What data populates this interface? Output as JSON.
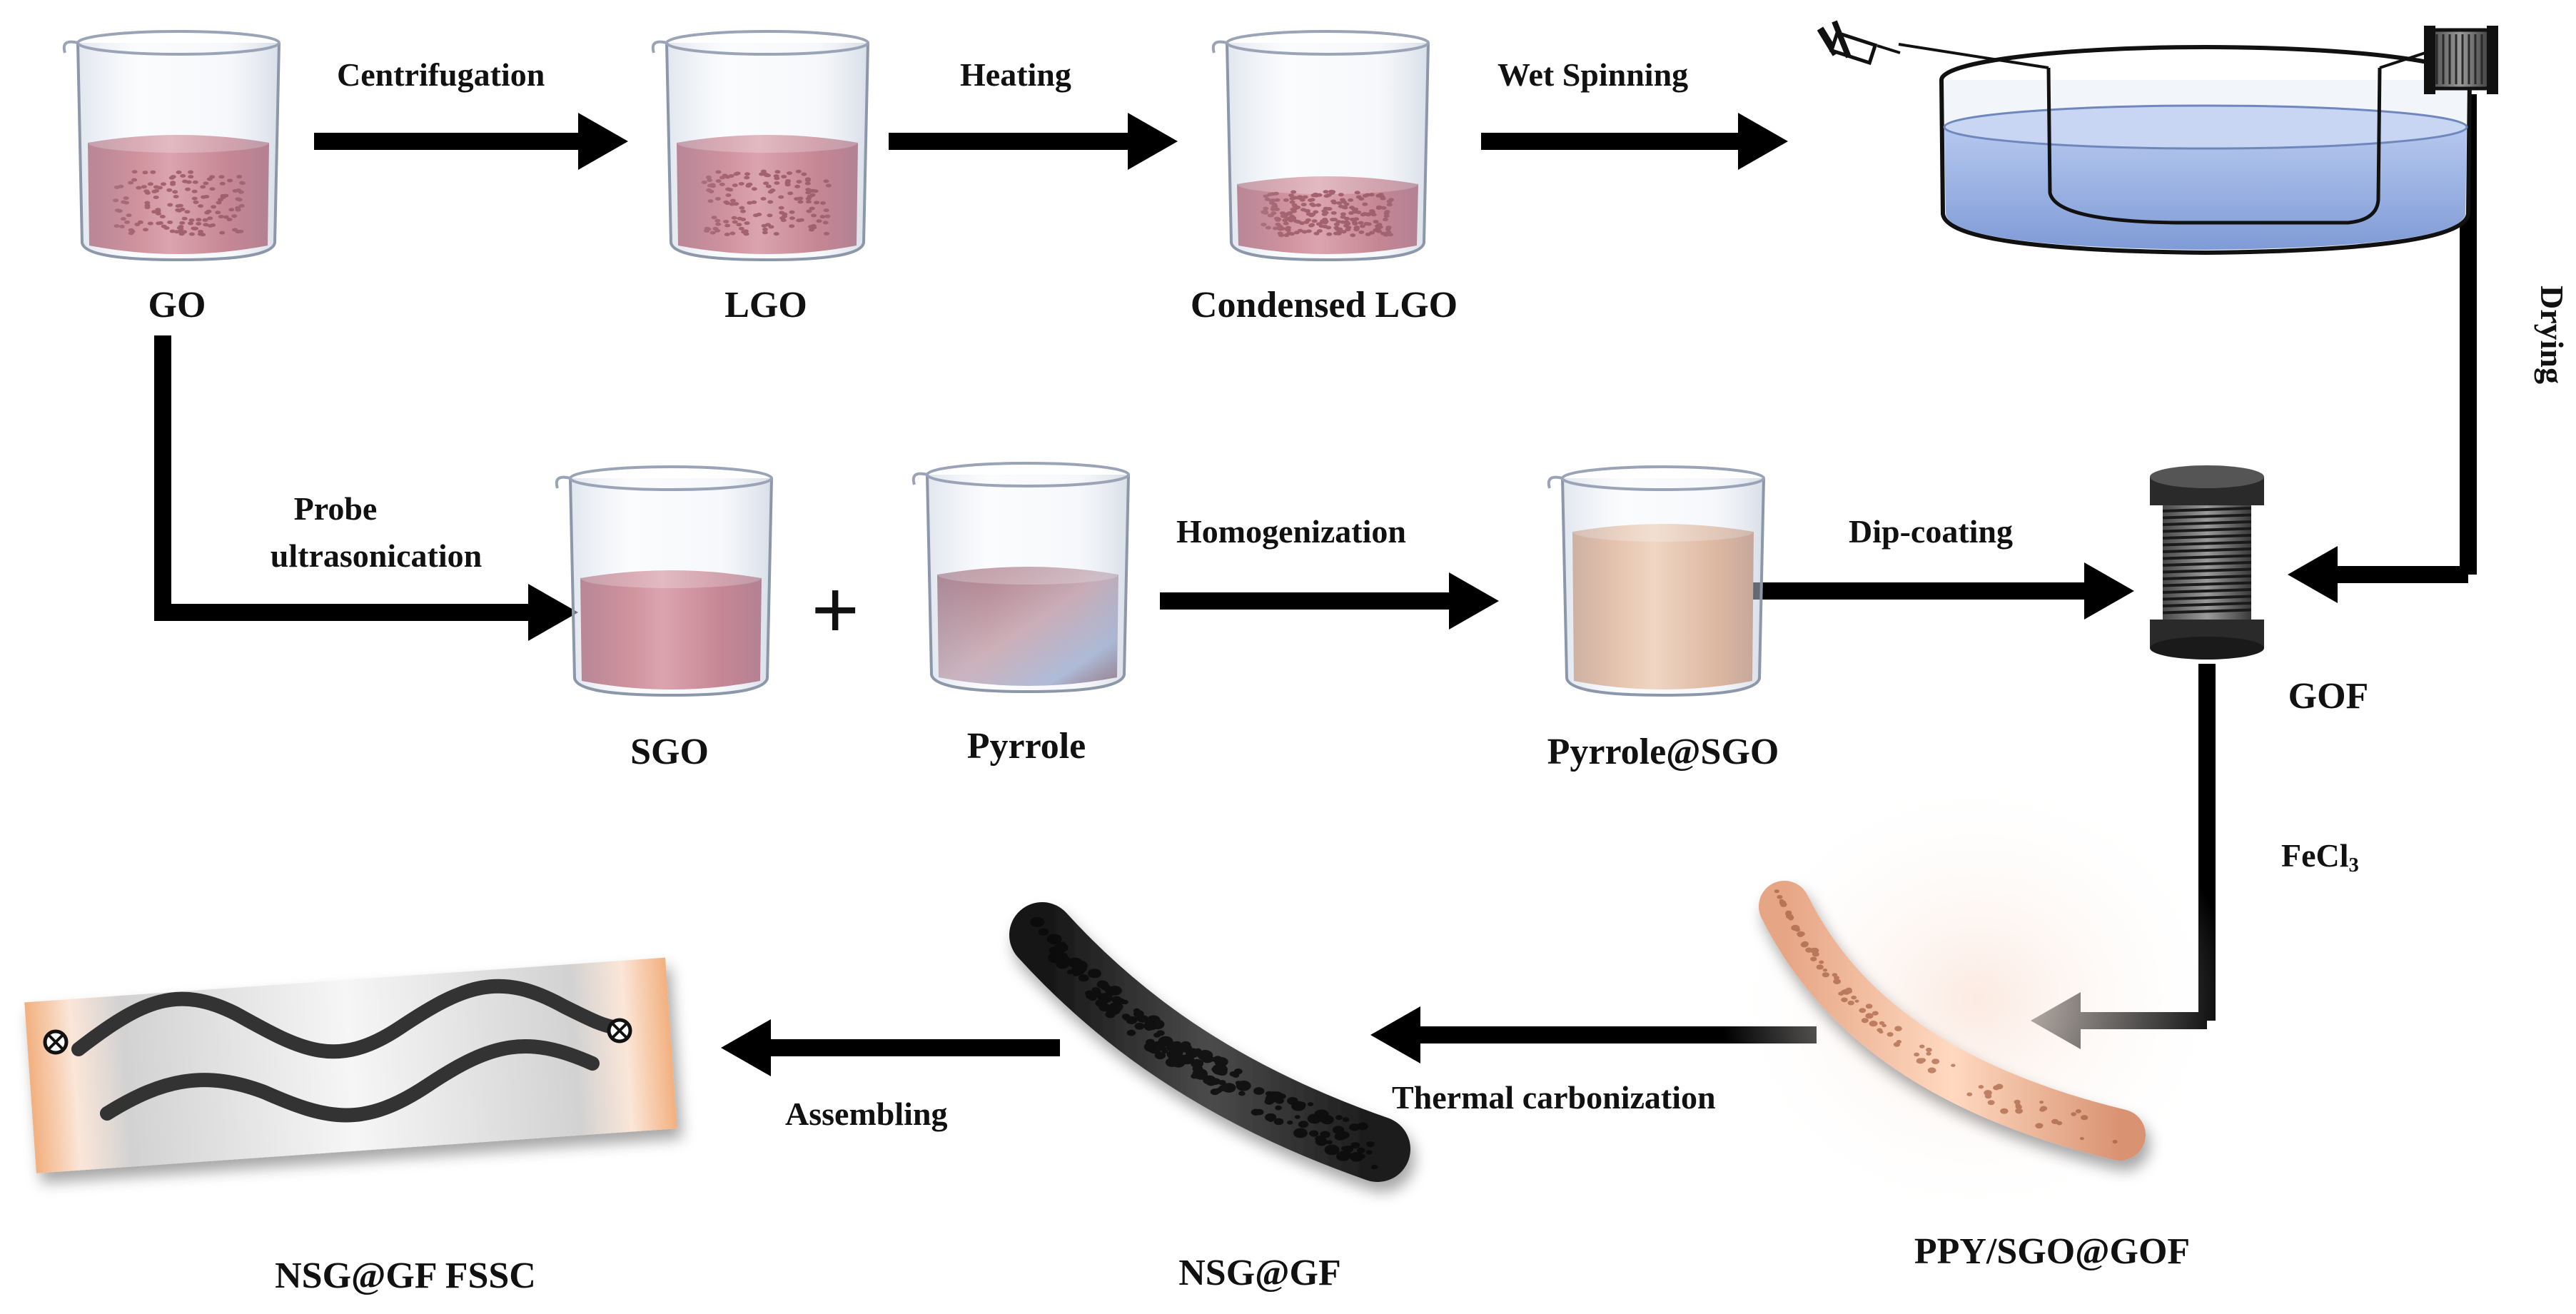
{
  "colors": {
    "arrow": "#000000",
    "go_liquid": "#b9485a",
    "sgo_liquid": "#b44a58",
    "pyrrole_liquid": "#8e4b57",
    "pyrrole_sgo_liquid": "#d9a07a",
    "water": "#9fb6e6",
    "ppy_fiber": "#f2c0a0",
    "nsg_fiber": "#2a2a2a",
    "electrode_end": "#f3b98e"
  },
  "labels": {
    "go": "GO",
    "lgo": "LGO",
    "condensed_lgo": "Condensed  LGO",
    "sgo": "SGO",
    "pyrrole": "Pyrrole",
    "pyrrole_sgo": "Pyrrole@SGO",
    "gof": "GOF",
    "ppy_sgo_gof": "PPY/SGO@GOF",
    "nsg_gf": "NSG@GF",
    "nsg_gf_fssc": "NSG@GF FSSC",
    "plus": "+"
  },
  "steps": {
    "centrifugation": "Centrifugation",
    "heating": "Heating",
    "wet_spinning": "Wet Spinning",
    "drying": "Drying",
    "probe": "Probe",
    "ultrasonication": "ultrasonication",
    "homogenization": "Homogenization",
    "dip_coating": "Dip-coating",
    "fecl3_base": "FeCl",
    "fecl3_sub": "3",
    "thermal_carbonization": "Thermal carbonization",
    "assembling": "Assembling"
  },
  "icons": {
    "beaker": "beaker-icon",
    "spinning_bath": "spinning-bath-icon",
    "syringe": "syringe-icon",
    "spool": "fiber-spool-icon",
    "fiber": "porous-fiber-icon",
    "device": "supercapacitor-device-icon"
  }
}
